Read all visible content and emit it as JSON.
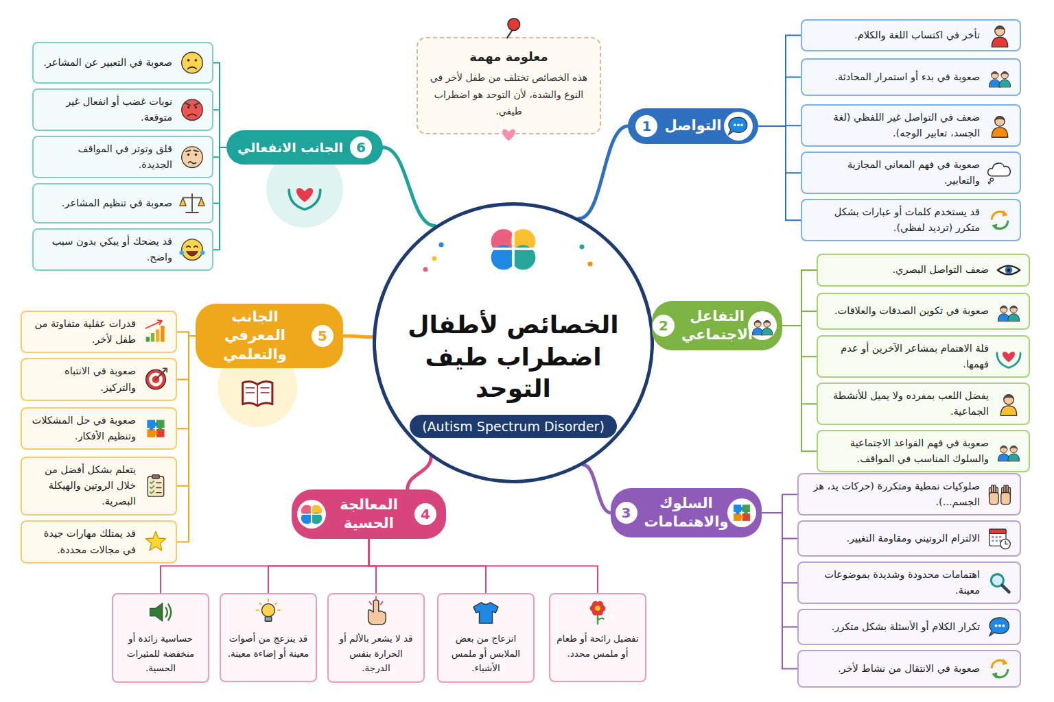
{
  "diagram": {
    "nodes": [
      {
        "text": [
          "الخصائص لأطفال اضطراب طيف التوحد",
          "(Autism Spectrum Disorder)"
        ]
      },
      {
        "text": [
          "معلومة مهمة",
          "هذه الخصائص تختلف من طفل لأخر في النوع والشدة، لأن التوحد هو اضطراب طيفي."
        ]
      },
      {
        "text": [
          "1",
          "التواصل"
        ]
      },
      {
        "text": [
          "تأخر في اكتساب اللغة والكلام."
        ]
      },
      {
        "text": [
          "صعوبة في بدء أو استمرار المحادثة."
        ]
      },
      {
        "text": [
          "ضعف في التواصل غير اللفظي (لغة الجسد، تعابير الوجه)."
        ]
      },
      {
        "text": [
          "صعوبة في فهم المعاني المجازية والتعابير."
        ]
      },
      {
        "text": [
          "قد يستخدم كلمات أو عبارات بشكل متكرر (ترديد لفظي)."
        ]
      },
      {
        "text": [
          "2",
          "التفاعل الاجتماعي"
        ]
      },
      {
        "text": [
          "ضعف التواصل البصري."
        ]
      },
      {
        "text": [
          "صعوبة في تكوين الصدقات والعلاقات."
        ]
      },
      {
        "text": [
          "قلة الاهتمام بمشاعر الآخرين أو عدم فهمها."
        ]
      },
      {
        "text": [
          "يفضل اللعب بمفرده ولا يميل للأنشطة الجماعية."
        ]
      },
      {
        "text": [
          "صعوبة في فهم القواعد الاجتماعية والسلوك المناسب في المواقف."
        ]
      },
      {
        "text": [
          "3",
          "السلوك والاهتمامات"
        ]
      },
      {
        "text": [
          "صلوكيات نمطية ومتكررة (حركات يد، هز الجسم...)."
        ]
      },
      {
        "text": [
          "الالتزام الروتيني ومقاومة التغيير."
        ]
      },
      {
        "text": [
          "اهتمامات محدودة وشديدة بموضوعات معينة."
        ]
      },
      {
        "text": [
          "تكرار الكلام أو الأسئلة بشكل متكرر."
        ]
      },
      {
        "text": [
          "صعوبة في الانتقال من نشاط لأخر."
        ]
      },
      {
        "text": [
          "4",
          "المعالجة الحسية"
        ]
      },
      {
        "text": [
          "تفضيل رائحة أو طعام أو ملمس محدد."
        ]
      },
      {
        "text": [
          "انزعاج من بعض الملابس أو ملمس الأشياء."
        ]
      },
      {
        "text": [
          "قد لا يشعر بالألم أو الحرارة بنفس الدرجة."
        ]
      },
      {
        "text": [
          "قد ينزعج من أصوات معينة أو إضاءة معينة."
        ]
      },
      {
        "text": [
          "حساسية زائدة أو منخفضة للمثيرات الحسية."
        ]
      },
      {
        "text": [
          "5",
          "الجانب المعرفي والتعلمي"
        ]
      },
      {
        "text": [
          "قدرات عقلية متفاوتة من طفل لأخر."
        ]
      },
      {
        "text": [
          "صعوبة في الانتباه والتركيز."
        ]
      },
      {
        "text": [
          "صعوبة في حل المشكلات وتنظيم الأفكار."
        ]
      },
      {
        "text": [
          "يتعلم بشكل أفضل من خلال الروتين والهيكلة البصرية."
        ]
      },
      {
        "text": [
          "قد يمتلك مهارات جيدة في مجالات محددة."
        ]
      },
      {
        "text": [
          "6",
          "الجانب الانفعالي"
        ]
      },
      {
        "text": [
          "صعوبة في التعبير عن المشاعر."
        ]
      },
      {
        "text": [
          "نوبات غضب أو انفعال غير متوقعة."
        ]
      },
      {
        "text": [
          "قلق وتوتر في المواقف الجديدة."
        ]
      },
      {
        "text": [
          "صعوبة في تنظيم المشاعر."
        ]
      },
      {
        "text": [
          "قد يضحك أو يبكي بدون سبب واضح."
        ]
      }
    ],
    "edges": [
      {
        "from": 0,
        "to": 2,
        "arrow": "none"
      },
      {
        "from": 0,
        "to": 8,
        "arrow": "none"
      },
      {
        "from": 0,
        "to": 14,
        "arrow": "none"
      },
      {
        "from": 0,
        "to": 20,
        "arrow": "none"
      },
      {
        "from": 0,
        "to": 26,
        "arrow": "none"
      },
      {
        "from": 0,
        "to": 32,
        "arrow": "none"
      },
      {
        "from": 2,
        "to": 3,
        "arrow": "none"
      },
      {
        "from": 2,
        "to": 4,
        "arrow": "none"
      },
      {
        "from": 2,
        "to": 5,
        "arrow": "none"
      },
      {
        "from": 2,
        "to": 6,
        "arrow": "none"
      },
      {
        "from": 2,
        "to": 7,
        "arrow": "none"
      },
      {
        "from": 8,
        "to": 9,
        "arrow": "none"
      },
      {
        "from": 8,
        "to": 10,
        "arrow": "none"
      },
      {
        "from": 8,
        "to": 11,
        "arrow": "none"
      },
      {
        "from": 8,
        "to": 12,
        "arrow": "none"
      },
      {
        "from": 8,
        "to": 13,
        "arrow": "none"
      },
      {
        "from": 14,
        "to": 15,
        "arrow": "none"
      },
      {
        "from": 14,
        "to": 16,
        "arrow": "none"
      },
      {
        "from": 14,
        "to": 17,
        "arrow": "none"
      },
      {
        "from": 14,
        "to": 18,
        "arrow": "none"
      },
      {
        "from": 14,
        "to": 19,
        "arrow": "none"
      },
      {
        "from": 20,
        "to": 21,
        "arrow": "none"
      },
      {
        "from": 20,
        "to": 22,
        "arrow": "none"
      },
      {
        "from": 20,
        "to": 23,
        "arrow": "none"
      },
      {
        "from": 20,
        "to": 24,
        "arrow": "none"
      },
      {
        "from": 20,
        "to": 25,
        "arrow": "none"
      },
      {
        "from": 26,
        "to": 27,
        "arrow": "none"
      },
      {
        "from": 26,
        "to": 28,
        "arrow": "none"
      },
      {
        "from": 26,
        "to": 29,
        "arrow": "none"
      },
      {
        "from": 26,
        "to": 30,
        "arrow": "none"
      },
      {
        "from": 26,
        "to": 31,
        "arrow": "none"
      },
      {
        "from": 32,
        "to": 33,
        "arrow": "none"
      },
      {
        "from": 32,
        "to": 34,
        "arrow": "none"
      },
      {
        "from": 32,
        "to": 35,
        "arrow": "none"
      },
      {
        "from": 32,
        "to": 36,
        "arrow": "none"
      },
      {
        "from": 32,
        "to": 37,
        "arrow": "none"
      }
    ]
  }
}
